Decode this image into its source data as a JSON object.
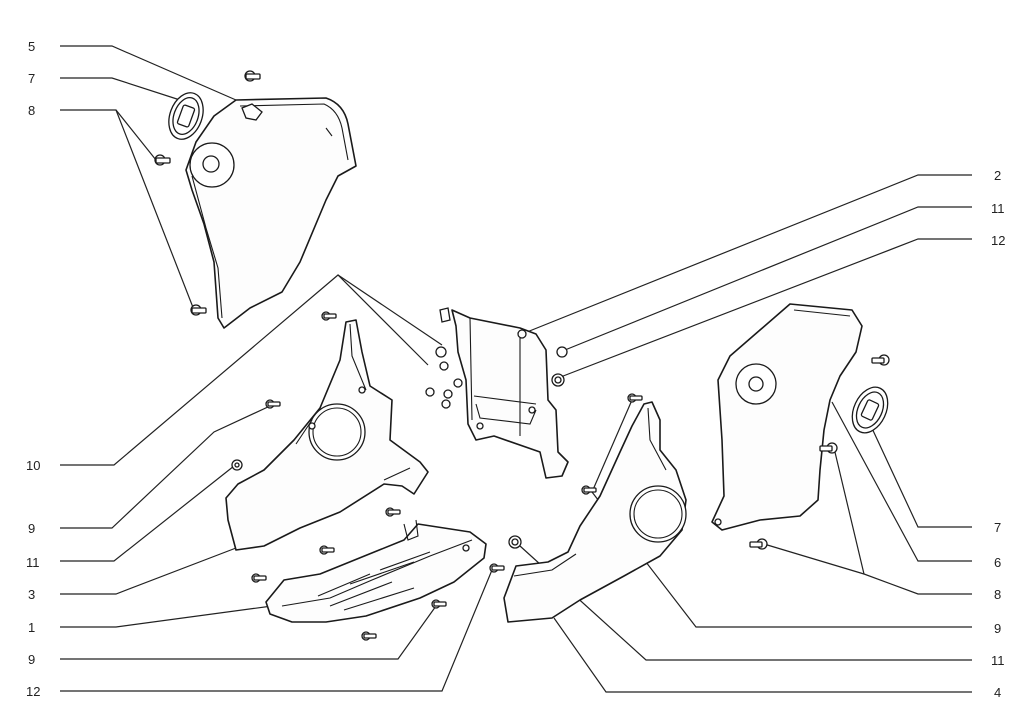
{
  "callouts_left": [
    "5",
    "7",
    "8",
    "10",
    "9",
    "11",
    "3",
    "1",
    "9",
    "12"
  ],
  "callouts_right": [
    "2",
    "11",
    "12",
    "7",
    "6",
    "8",
    "9",
    "11",
    "4"
  ],
  "colors": {
    "line": "#1a1a1a",
    "background": "#ffffff"
  }
}
